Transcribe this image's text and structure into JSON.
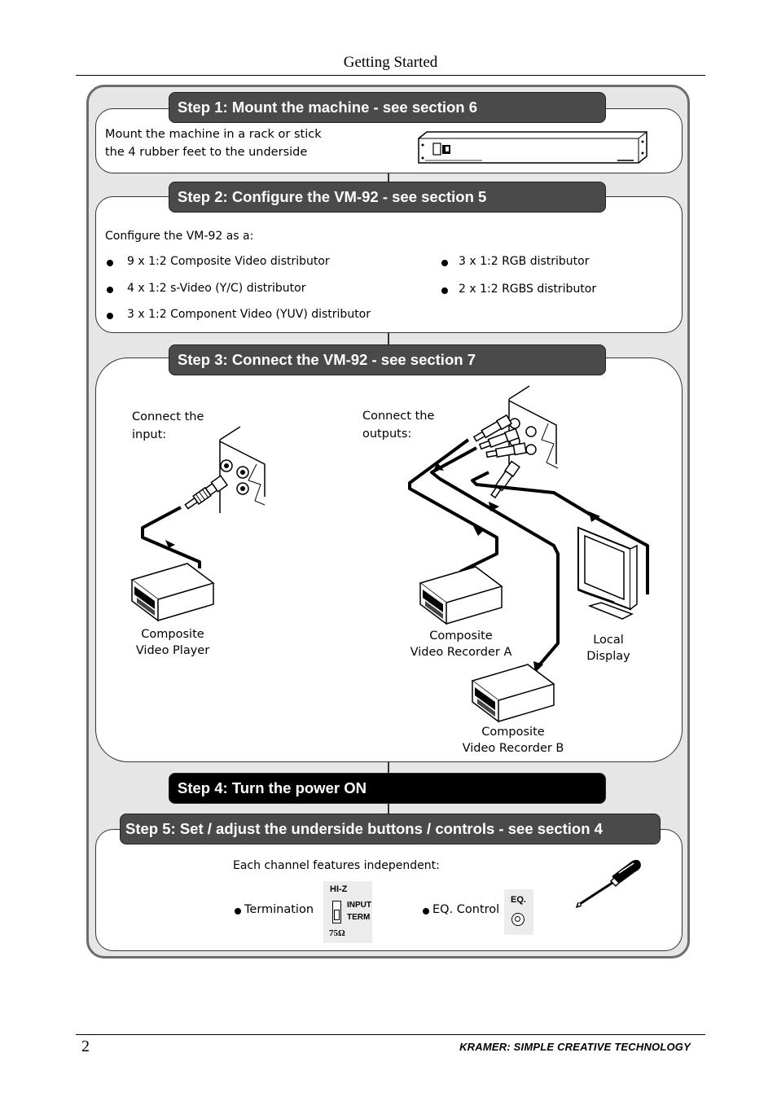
{
  "header": {
    "title": "Getting Started"
  },
  "footer": {
    "page_number": "2",
    "brand": "KRAMER:  SIMPLE CREATIVE TECHNOLOGY"
  },
  "step1": {
    "title": "Step 1: Mount the machine - see section 6",
    "line1": "Mount the machine in a rack or stick",
    "line2": "the 4 rubber feet to the underside"
  },
  "step2": {
    "title": "Step 2: Configure the VM-92 - see section 5",
    "intro": "Configure the VM-92 as a:",
    "left_items": [
      "9 x 1:2  Composite Video distributor",
      "4 x 1:2  s-Video (Y/C) distributor",
      "3 x 1:2  Component Video (YUV) distributor"
    ],
    "right_items": [
      "3 x 1:2  RGB distributor",
      "2 x 1:2 RGBS distributor"
    ]
  },
  "step3": {
    "title": "Step 3: Connect the VM-92 - see section 7",
    "input_label_1": "Connect the",
    "input_label_2": "input:",
    "output_label_1": "Connect the",
    "output_label_2": "outputs:",
    "player_1": "Composite",
    "player_2": "Video Player",
    "rec_a_1": "Composite",
    "rec_a_2": "Video Recorder A",
    "display_1": "Local",
    "display_2": "Display",
    "rec_b_1": "Composite",
    "rec_b_2": "Video Recorder B"
  },
  "step4": {
    "title": "Step 4: Turn the power ON"
  },
  "step5": {
    "title": "Step 5: Set / adjust the underside buttons / controls  - see section 4",
    "intro": "Each channel features independent:",
    "termination": "Termination",
    "eq_control": "EQ. Control",
    "switch_top": "HI-Z",
    "switch_input": "INPUT",
    "switch_term": "TERM",
    "switch_bottom": "75Ω",
    "eq_label": "EQ."
  }
}
